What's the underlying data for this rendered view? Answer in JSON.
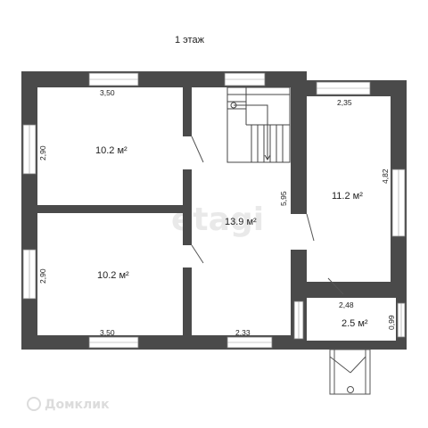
{
  "floor_label": "1 этаж",
  "rooms": [
    {
      "area": "10.2 м²"
    },
    {
      "area": "10.2 м²"
    },
    {
      "area": "13.9 м²"
    },
    {
      "area": "11.2 м²"
    },
    {
      "area": "2.5 м²"
    }
  ],
  "dimensions": [
    "3,50",
    "2,90",
    "2,90",
    "3,50",
    "5,95",
    "2,35",
    "4,82",
    "2,48",
    "0,99",
    "2,33"
  ],
  "watermark": "etagi",
  "brand_logo": "Домклик",
  "colors": {
    "wall": "#4a4a4a",
    "window": "#ffffff",
    "background": "#ffffff"
  }
}
